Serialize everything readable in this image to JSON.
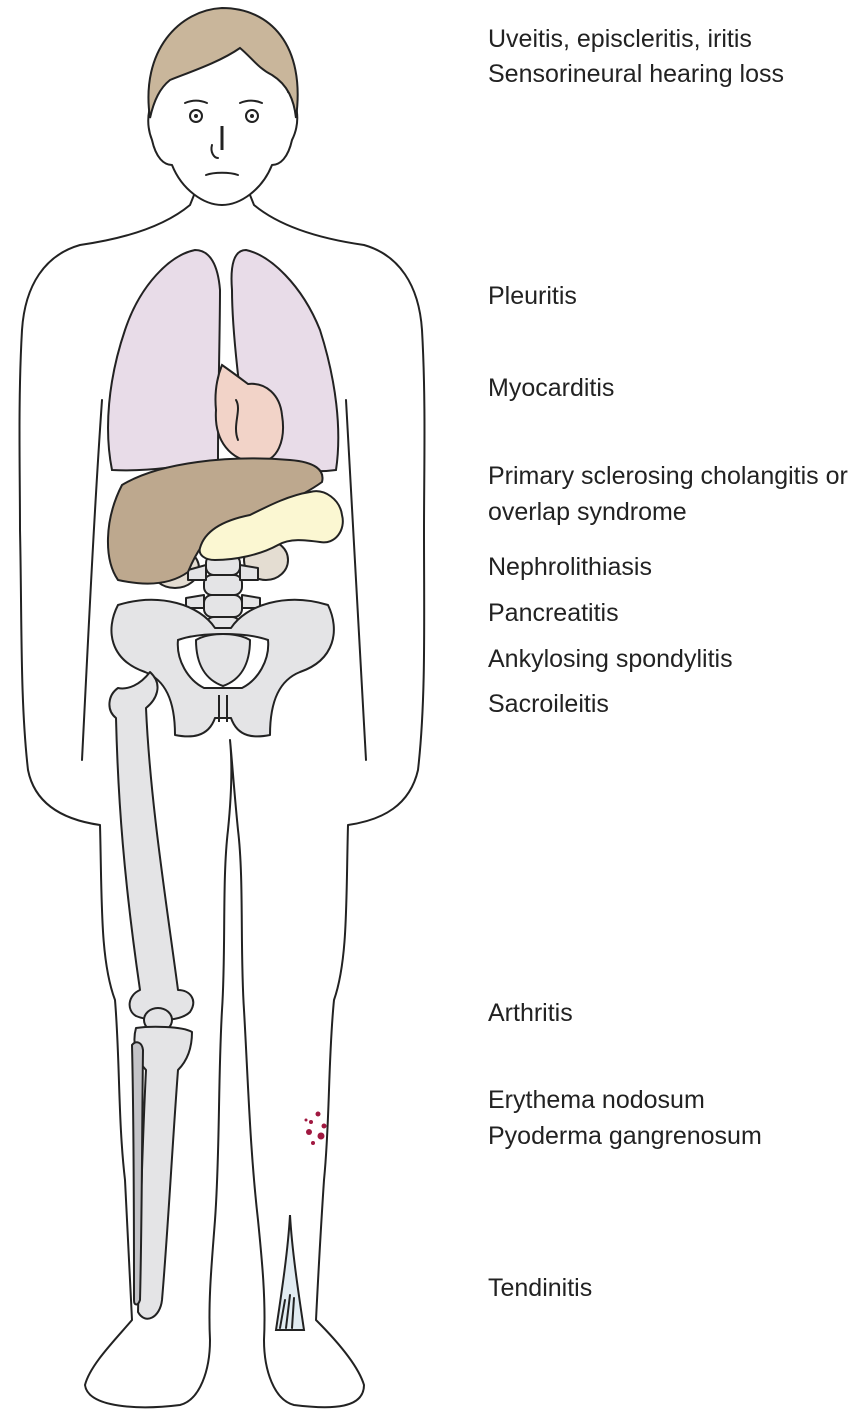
{
  "labels": {
    "eye_line1": "Uveitis, episcleritis, iritis",
    "eye_line2": "Sensorineural hearing loss",
    "pleuritis": "Pleuritis",
    "myocarditis": "Myocarditis",
    "psc_line1": "Primary sclerosing cholangitis or",
    "psc_line2": "overlap syndrome",
    "nephrolithiasis": "Nephrolithiasis",
    "pancreatitis": "Pancreatitis",
    "ankylosing": "Ankylosing spondylitis",
    "sacroileitis": "Sacroileitis",
    "arthritis": "Arthritis",
    "skin_line1": "Erythema nodosum",
    "skin_line2": "Pyoderma gangrenosum",
    "tendinitis": "Tendinitis"
  },
  "colors": {
    "hair": "#c9b69b",
    "lungs": "#e8dce8",
    "heart": "#f2d3c8",
    "liver": "#bda88e",
    "pancreas": "#fbf7d2",
    "kidneys": "#e4ddd2",
    "bone": "#e4e4e6",
    "skin_lesions": "#a01840",
    "tendon": "#e2ecf2",
    "text": "#222222"
  }
}
